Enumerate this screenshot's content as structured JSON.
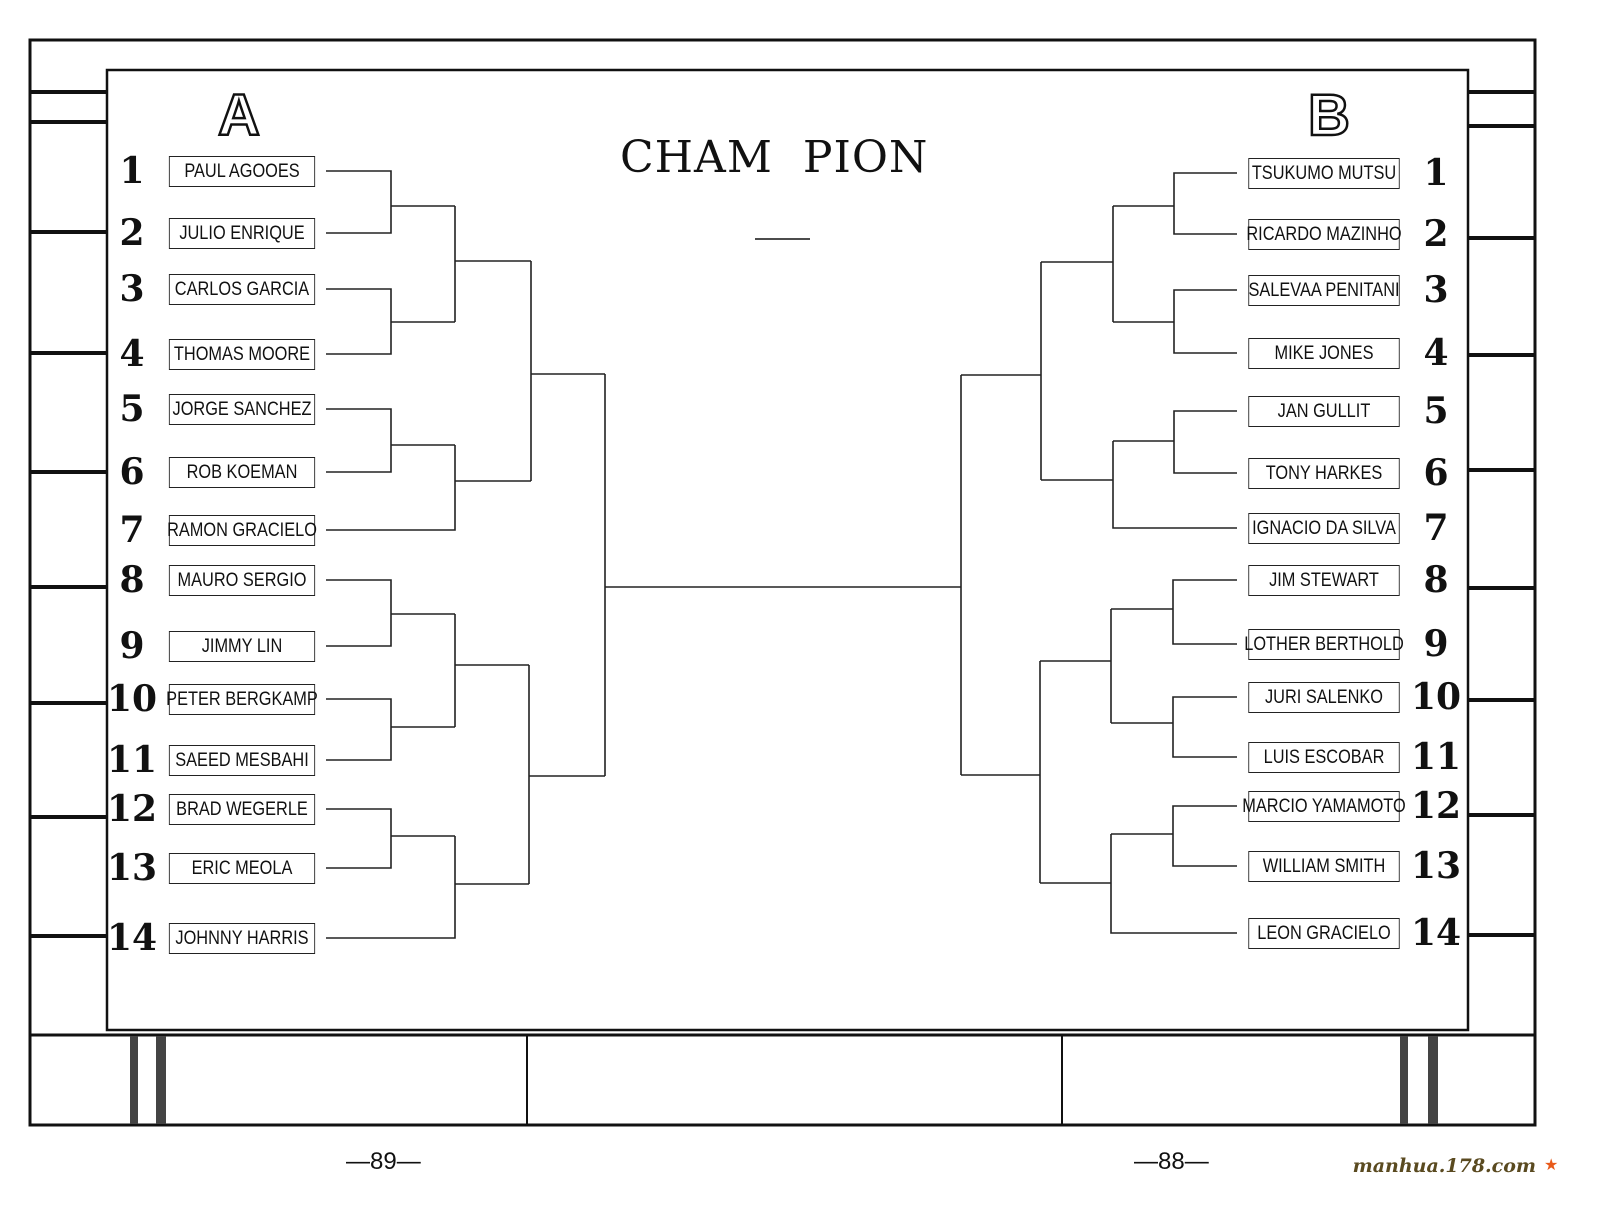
{
  "title": "CHAM  PION",
  "groups": {
    "a": {
      "label": "A",
      "players": [
        {
          "seed": "1",
          "name": "PAUL AGOOES"
        },
        {
          "seed": "2",
          "name": "JULIO ENRIQUE"
        },
        {
          "seed": "3",
          "name": "CARLOS GARCIA"
        },
        {
          "seed": "4",
          "name": "THOMAS MOORE"
        },
        {
          "seed": "5",
          "name": "JORGE SANCHEZ"
        },
        {
          "seed": "6",
          "name": "ROB KOEMAN"
        },
        {
          "seed": "7",
          "name": "RAMON GRACIELO"
        },
        {
          "seed": "8",
          "name": "MAURO SERGIO"
        },
        {
          "seed": "9",
          "name": "JIMMY LIN"
        },
        {
          "seed": "10",
          "name": "PETER BERGKAMP"
        },
        {
          "seed": "11",
          "name": "SAEED MESBAHI"
        },
        {
          "seed": "12",
          "name": "BRAD WEGERLE"
        },
        {
          "seed": "13",
          "name": "ERIC MEOLA"
        },
        {
          "seed": "14",
          "name": "JOHNNY HARRIS"
        }
      ]
    },
    "b": {
      "label": "B",
      "players": [
        {
          "seed": "1",
          "name": "TSUKUMO MUTSU"
        },
        {
          "seed": "2",
          "name": "RICARDO MAZINHO"
        },
        {
          "seed": "3",
          "name": "SALEVAA PENITANI"
        },
        {
          "seed": "4",
          "name": "MIKE JONES"
        },
        {
          "seed": "5",
          "name": "JAN GULLIT"
        },
        {
          "seed": "6",
          "name": "TONY HARKES"
        },
        {
          "seed": "7",
          "name": "IGNACIO  DA  SILVA"
        },
        {
          "seed": "8",
          "name": "JIM STEWART"
        },
        {
          "seed": "9",
          "name": "LOTHER BERTHOLD"
        },
        {
          "seed": "10",
          "name": "JURI SALENKO"
        },
        {
          "seed": "11",
          "name": "LUIS ESCOBAR"
        },
        {
          "seed": "12",
          "name": "MARCIO YAMAMOTO"
        },
        {
          "seed": "13",
          "name": "WILLIAM SMITH"
        },
        {
          "seed": "14",
          "name": "LEON GRACIELO"
        }
      ]
    }
  },
  "page_numbers": {
    "left": "—89—",
    "right": "—88—"
  },
  "watermark": "manhua.178.com"
}
